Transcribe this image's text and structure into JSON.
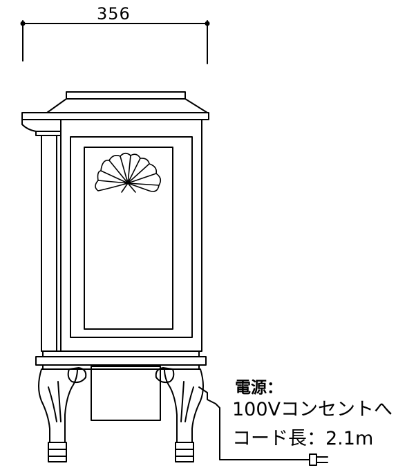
{
  "dimension": {
    "width_label": "356"
  },
  "power": {
    "title": "電源：",
    "line1": "100Vコンセントへ",
    "line2": "コード長：2.1m"
  },
  "colors": {
    "line": "#000000",
    "background": "#ffffff"
  }
}
